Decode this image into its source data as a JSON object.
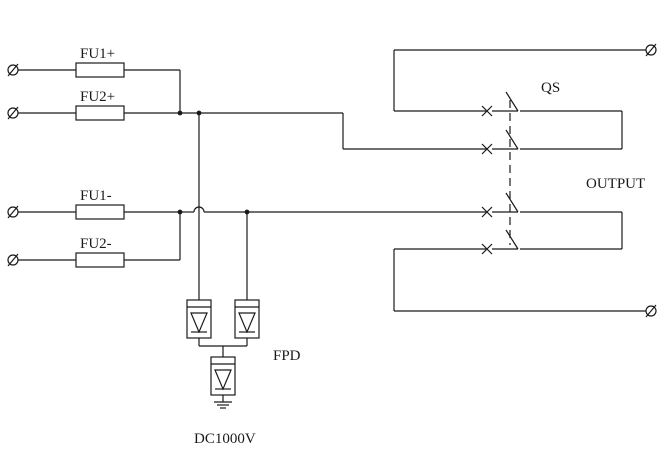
{
  "diagram": {
    "fuse_labels": {
      "fu1p": "FU1+",
      "fu2p": "FU2+",
      "fu1n": "FU1-",
      "fu2n": "FU2-"
    },
    "switch_label": "QS",
    "output_label": "OUTPUT",
    "arrester_label": "FPD",
    "voltage_label": "DC1000V",
    "colors": {
      "line": "#1a1a1a",
      "background": "#ffffff"
    },
    "terminal_symbol": "terminal-circle-slash"
  }
}
